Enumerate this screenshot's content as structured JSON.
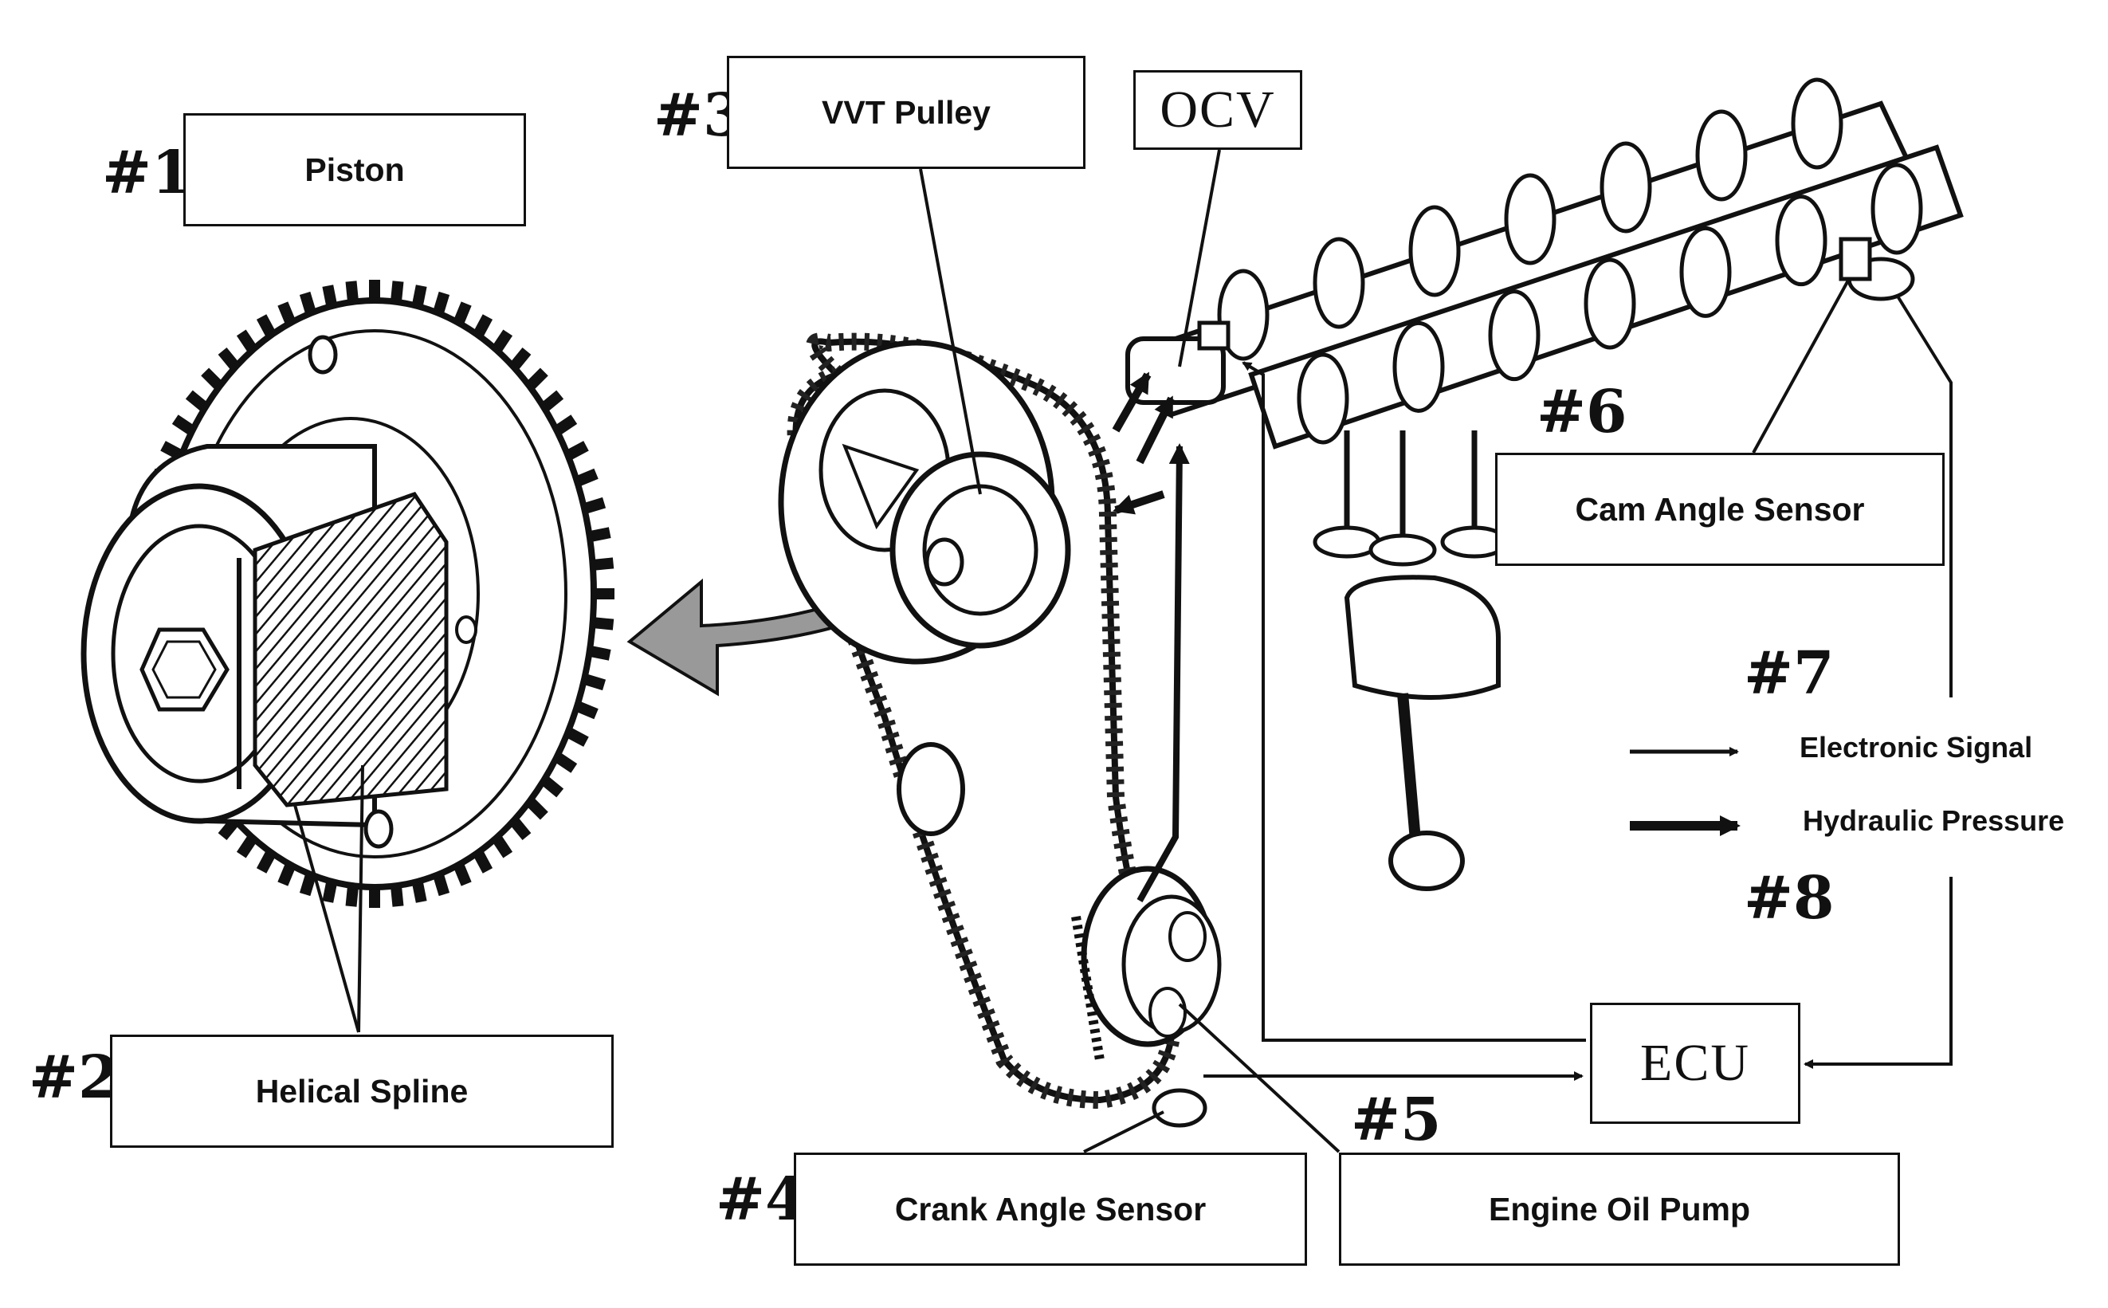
{
  "callouts": {
    "n1": {
      "tag": "#1",
      "label": "Piston"
    },
    "n2": {
      "tag": "#2",
      "label": "Helical Spline"
    },
    "n3": {
      "tag": "#3",
      "label": "VVT Pulley"
    },
    "n4": {
      "tag": "#4",
      "label": "Crank Angle Sensor"
    },
    "n5": {
      "tag": "#5",
      "label": "Engine Oil Pump"
    },
    "n6": {
      "tag": "#6",
      "label": "Cam Angle Sensor"
    },
    "n7": {
      "tag": "#7"
    },
    "n8": {
      "tag": "#8"
    }
  },
  "components": {
    "ocv": "OCV",
    "ecu": "ECU"
  },
  "legend": {
    "electronic": "Electronic Signal",
    "hydraulic": "Hydraulic Pressure"
  }
}
